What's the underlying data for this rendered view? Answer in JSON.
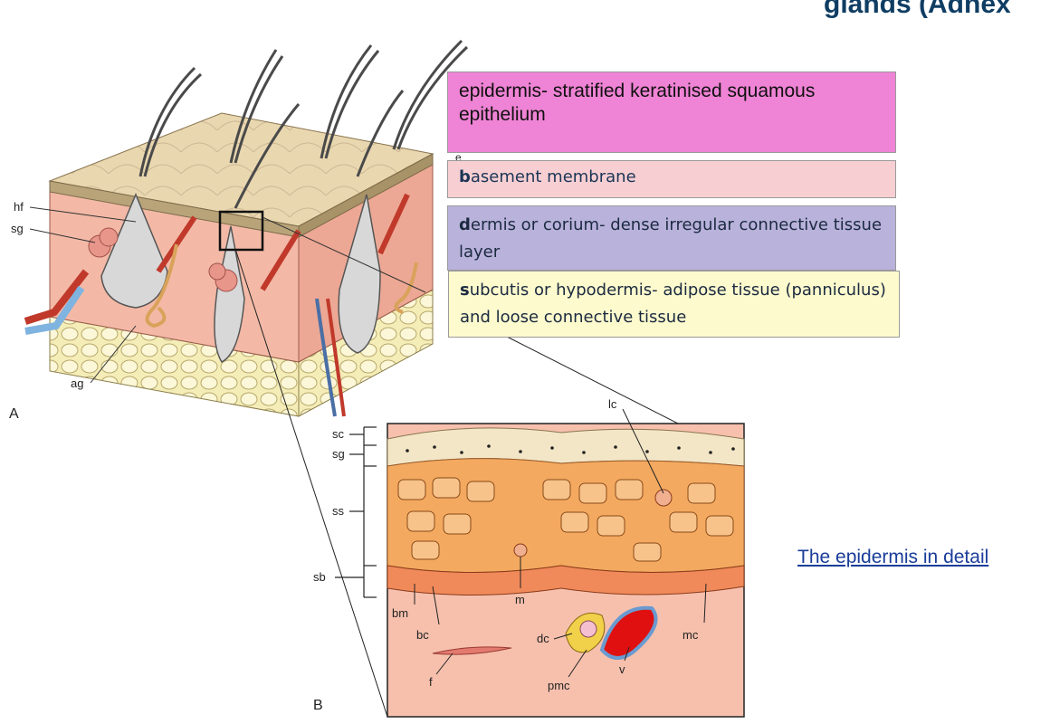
{
  "slide": {
    "title_fragment": "glands (Adnex"
  },
  "boxes": {
    "epidermis": {
      "first": "e",
      "rest": "pidermis- stratified keratinised squamous epithelium",
      "color": "#ef83d5"
    },
    "basement": {
      "first": "b",
      "rest": "asement membrane",
      "color": "#f7cfd2"
    },
    "dermis": {
      "first": "d",
      "rest": "ermis or corium- dense irregular connective tissue layer",
      "color": "#b9b2db"
    },
    "subcutis": {
      "first": "s",
      "rest": "ubcutis  or hypodermis- adipose tissue (panniculus) and loose connective tissue",
      "color": "#fdfacd"
    }
  },
  "link": {
    "label": "The epidermis in detail"
  },
  "figure_a": {
    "panel_label": "A",
    "labels": {
      "hf": "hf",
      "sg": "sg",
      "ag": "ag",
      "e": "e"
    }
  },
  "figure_b": {
    "panel_label": "B",
    "layer_labels": {
      "sc": "sc",
      "sg": "sg",
      "ss": "ss",
      "sb": "sb"
    },
    "labels": {
      "lc": "lc",
      "bm": "bm",
      "bc": "bc",
      "m": "m",
      "dc": "dc",
      "mc": "mc",
      "f": "f",
      "pmc": "pmc",
      "v": "v"
    }
  }
}
